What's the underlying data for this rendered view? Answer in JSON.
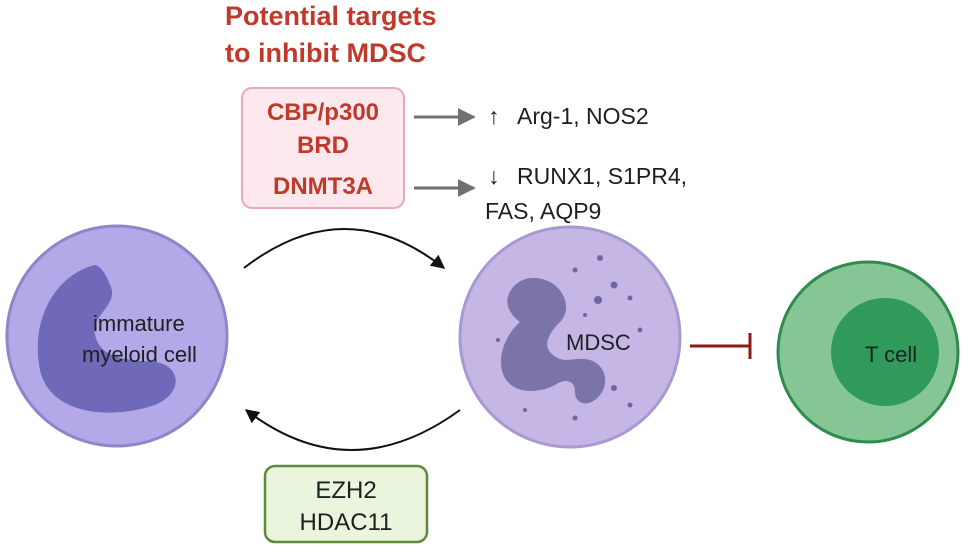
{
  "title": {
    "line1": "Potential targets",
    "line2": "to inhibit MDSC"
  },
  "targets_box": {
    "line1": "CBP/p300",
    "line2": "BRD",
    "line3": "DNMT3A"
  },
  "effects": {
    "up_arrow": "↑",
    "up_text": "Arg-1, NOS2",
    "down_arrow": "↓",
    "down_text_line1": "RUNX1, S1PR4,",
    "down_text_line2": "FAS, AQP9"
  },
  "cells": {
    "immature_line1": "immature",
    "immature_line2": "myeloid cell",
    "mdsc": "MDSC",
    "tcell": "T cell"
  },
  "reverse_box": {
    "line1": "EZH2",
    "line2": "HDAC11"
  },
  "colors": {
    "title_red": "#c0392b",
    "pink_box_fill": "#fde8ee",
    "pink_box_stroke": "#e8a9bd",
    "immature_cell_fill": "#b3a8e8",
    "immature_nucleus_fill": "#7068b8",
    "mdsc_fill": "#c6b6e6",
    "mdsc_nucleus_fill": "#7a74a8",
    "tcell_outer_fill": "#86c695",
    "tcell_inner_fill": "#2f9a5a",
    "tcell_stroke": "#2e8b4d",
    "green_box_fill": "#e9f5dd",
    "green_box_stroke": "#5f8a3a",
    "inhibit_line": "#8b1a1a",
    "gray_arrow": "#707070"
  }
}
